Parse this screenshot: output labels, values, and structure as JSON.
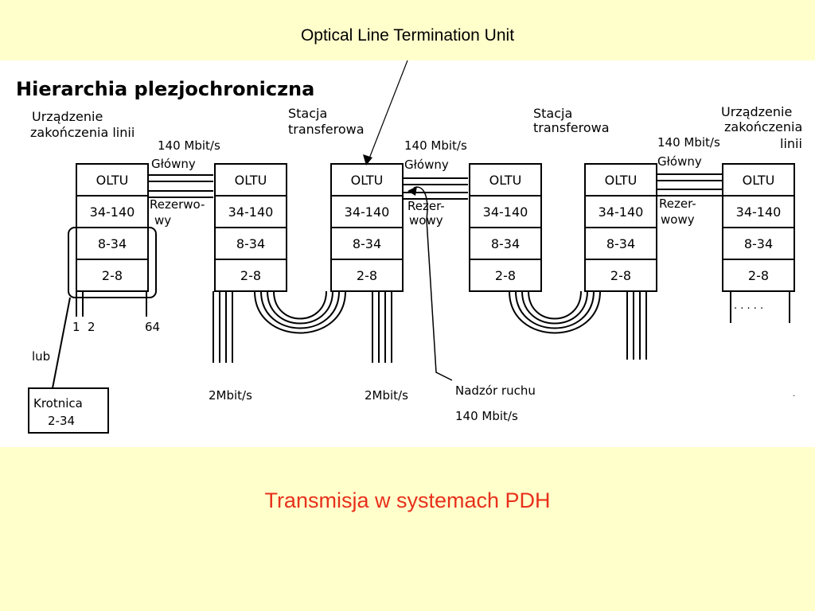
{
  "header": {
    "annotation": "Optical Line Termination Unit"
  },
  "footer": {
    "caption": "Transmisja w systemach PDH"
  },
  "diagram": {
    "title": "Hierarchia plezjochroniczna",
    "station_labels": {
      "end_left_1": "Urządzenie",
      "end_left_2": "zakończenia linii",
      "transfer_1a": "Stacja",
      "transfer_1b": "transferowa",
      "transfer_2a": "Stacja",
      "transfer_2b": "transferowa",
      "end_right_1": "Urządzenie",
      "end_right_2": "zakończenia",
      "end_right_3": "linii"
    },
    "links": {
      "rate_1": "140 Mbit/s",
      "main_1": "Główny",
      "reserve_1a": "Rezerwo-",
      "reserve_1b": "wy",
      "rate_2": "140 Mbit/s",
      "main_2": "Główny",
      "reserve_2a": "Rezer-",
      "reserve_2b": "wowy",
      "rate_3": "140 Mbit/s",
      "main_3": "Główny",
      "reserve_3a": "Rezer-",
      "reserve_3b": "wowy"
    },
    "units": [
      "OLTU",
      "34-140",
      "8-34",
      "2-8"
    ],
    "tributaries": {
      "t1": "1",
      "t2": "2",
      "t64": "64",
      "or": "lub",
      "mux_1": "Krotnica",
      "mux_2": "2-34",
      "rate_a": "2Mbit/s",
      "rate_b": "2Mbit/s",
      "dots": ". . . . ."
    },
    "supervision": {
      "line1": "Nadzór ruchu",
      "line2": "140 Mbit/s"
    }
  }
}
